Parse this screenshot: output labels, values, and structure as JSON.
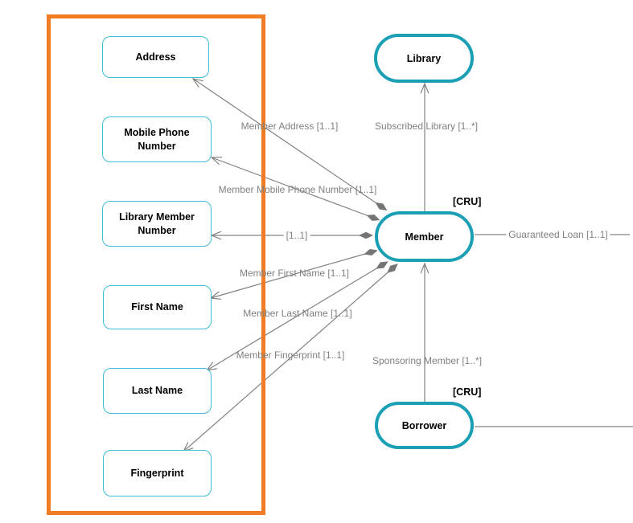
{
  "diagram": {
    "colors": {
      "highlight": "#f07d23",
      "entity_border": "#1a9fb4",
      "attribute_border": "#3fbdd4",
      "edge": "#828282",
      "diamond": "#757575",
      "label_text": "#808080",
      "node_text": "#000000"
    },
    "attributes": [
      {
        "id": "address",
        "label": "Address"
      },
      {
        "id": "mobile-phone-number",
        "label": "Mobile Phone Number"
      },
      {
        "id": "library-member-number",
        "label": "Library Member Number"
      },
      {
        "id": "first-name",
        "label": "First Name"
      },
      {
        "id": "last-name",
        "label": "Last Name"
      },
      {
        "id": "fingerprint",
        "label": "Fingerprint"
      }
    ],
    "entities": [
      {
        "id": "library",
        "label": "Library"
      },
      {
        "id": "member",
        "label": "Member",
        "tag": "[CRU]"
      },
      {
        "id": "borrower",
        "label": "Borrower",
        "tag": "[CRU]"
      }
    ],
    "edge_labels": {
      "member_address": "Member Address [1..1]",
      "subscribed_library": "Subscribed Library [1..*]",
      "member_mobile_phone_number": "Member Mobile Phone Number [1..1]",
      "member_library_member_number": "[1..1]",
      "member_first_name": "Member First Name [1..1]",
      "member_last_name": "Member Last Name [1..1]",
      "member_fingerprint": "Member Fingerprint [1..1]",
      "sponsoring_member": "Sponsoring Member [1..*]",
      "guaranteed_loan": "Guaranteed Loan [1..1]"
    }
  }
}
